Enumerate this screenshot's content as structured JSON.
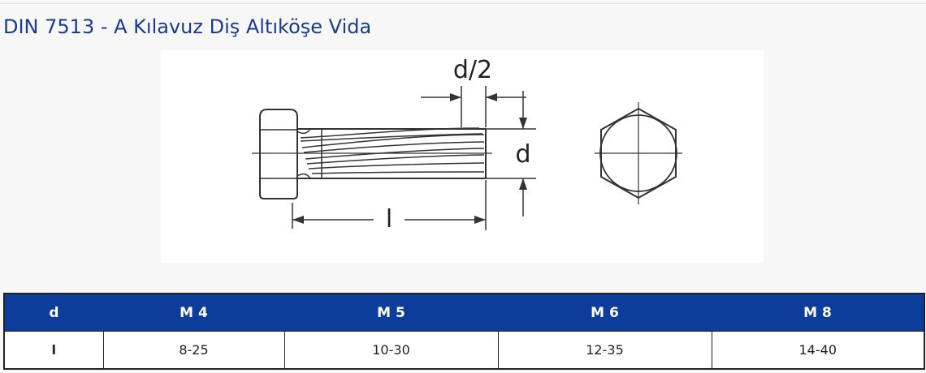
{
  "title": "DIN 7513 - A Kılavuz Diş Altıköşe Vida",
  "drawing": {
    "labels": {
      "half_d": "d/2",
      "d": "d",
      "l": "l"
    }
  },
  "table": {
    "header": [
      "d",
      "M 4",
      "M 5",
      "M 6",
      "M 8"
    ],
    "rows": [
      [
        "l",
        "8-25",
        "10-30",
        "12-35",
        "14-40"
      ]
    ]
  }
}
